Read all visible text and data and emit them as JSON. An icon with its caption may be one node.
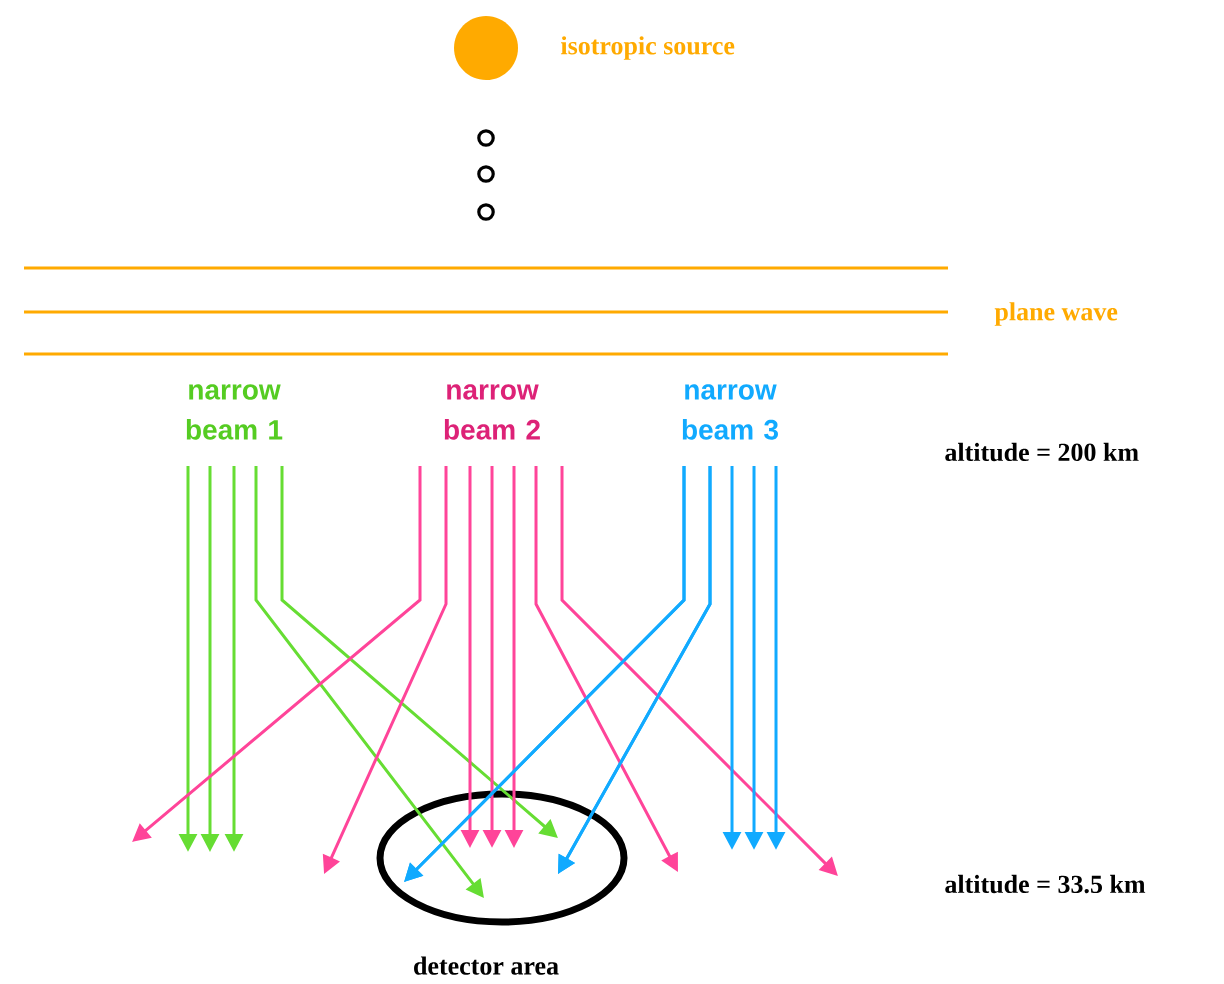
{
  "diagram": {
    "nodes": [
      {
        "text": [],
        "shape": "circle",
        "beside": [
          "isotropic source"
        ]
      },
      {
        "text": [],
        "shape": "ellipse",
        "beside": [
          "detector area"
        ]
      }
    ],
    "edges": [
      {
        "from": null,
        "to": 1,
        "arrow": "to",
        "color": "#66dd33"
      },
      {
        "from": null,
        "to": 1,
        "arrow": "to",
        "color": "#66dd33"
      },
      {
        "from": null,
        "to": 1,
        "arrow": "to",
        "color": "#ff4499"
      },
      {
        "from": null,
        "to": 1,
        "arrow": "to",
        "color": "#ff4499"
      },
      {
        "from": null,
        "to": 1,
        "arrow": "to",
        "color": "#ff4499"
      },
      {
        "from": null,
        "to": 1,
        "arrow": "to",
        "color": "#11aaff"
      },
      {
        "from": null,
        "to": 1,
        "arrow": "to",
        "color": "#11aaff"
      }
    ],
    "labels": [
      "plane wave",
      "narrow beam 1",
      "narrow beam 2",
      "narrow beam 3",
      "altitude = 200 km",
      "altitude = 33.5 km"
    ]
  }
}
